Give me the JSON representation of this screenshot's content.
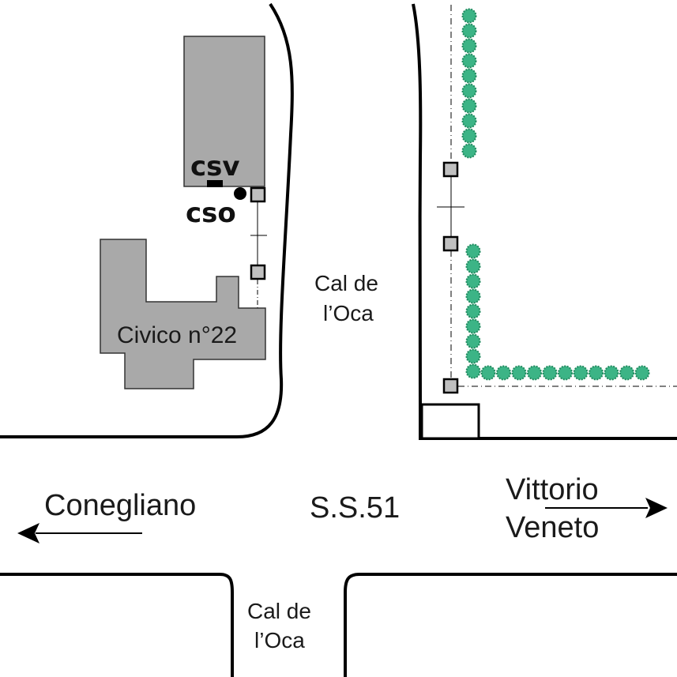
{
  "labels": {
    "csv": "csv",
    "cso": "cso",
    "civico": "Civico n°22",
    "street_north_line1": "Cal de",
    "street_north_line2": "l’Oca",
    "road": "S.S.51",
    "conegliano": "Conegliano",
    "vittorio_line1": "Vittorio",
    "vittorio_line2": "Veneto",
    "street_south_line1": "Cal de",
    "street_south_line2": "l’Oca"
  },
  "colors": {
    "building": "#a9a9a9",
    "outline": "#000000",
    "hedge": "#3cb486",
    "hedge_dark": "#1f8a5e",
    "post": "#c0c0c0"
  },
  "icons": {
    "hedge": "shrub-icon",
    "post": "square-post-icon",
    "cso": "filled-circle-icon",
    "csv": "rectangle-marker-icon"
  }
}
